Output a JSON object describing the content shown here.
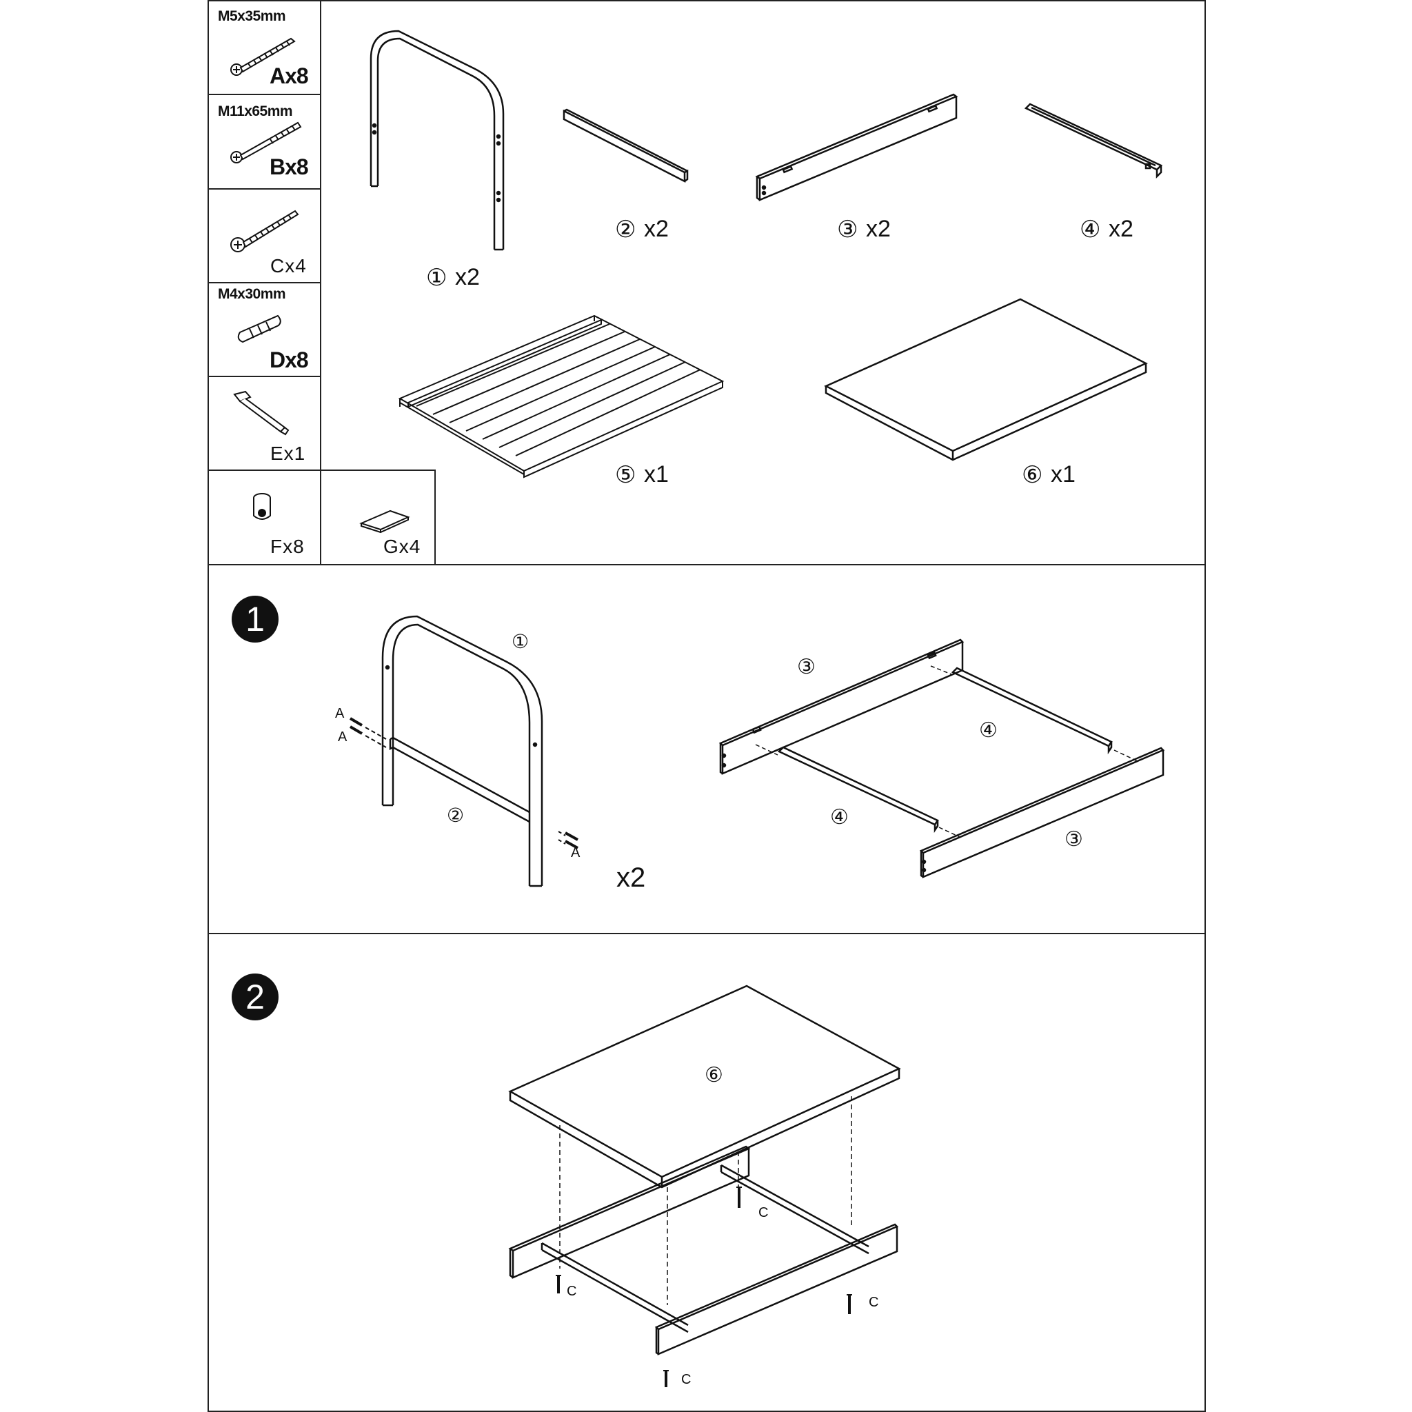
{
  "hardware": {
    "a": {
      "spec": "M5x35mm",
      "qty": "Ax8"
    },
    "b": {
      "spec": "M11x65mm",
      "qty": "Bx8"
    },
    "c": {
      "qty": "Cx4"
    },
    "d": {
      "spec": "M4x30mm",
      "qty": "Dx8"
    },
    "e": {
      "qty": "Ex1"
    },
    "f": {
      "qty": "Fx8"
    },
    "g": {
      "qty": "Gx4"
    }
  },
  "parts": {
    "p1": {
      "num": "①",
      "count": "x2"
    },
    "p2": {
      "num": "②",
      "count": "x2"
    },
    "p3": {
      "num": "③",
      "count": "x2"
    },
    "p4": {
      "num": "④",
      "count": "x2"
    },
    "p5": {
      "num": "⑤",
      "count": "x1"
    },
    "p6": {
      "num": "⑥",
      "count": "x1"
    }
  },
  "step1": {
    "number": "1",
    "labels": {
      "part1": "①",
      "part2": "②",
      "part3a": "③",
      "part3b": "③",
      "part4a": "④",
      "part4b": "④"
    },
    "screw_labels": [
      "A",
      "A",
      "A"
    ],
    "repeat": "x2"
  },
  "step2": {
    "number": "2",
    "labels": {
      "part6": "⑥"
    },
    "screw_labels": [
      "C",
      "C",
      "C",
      "C"
    ]
  }
}
